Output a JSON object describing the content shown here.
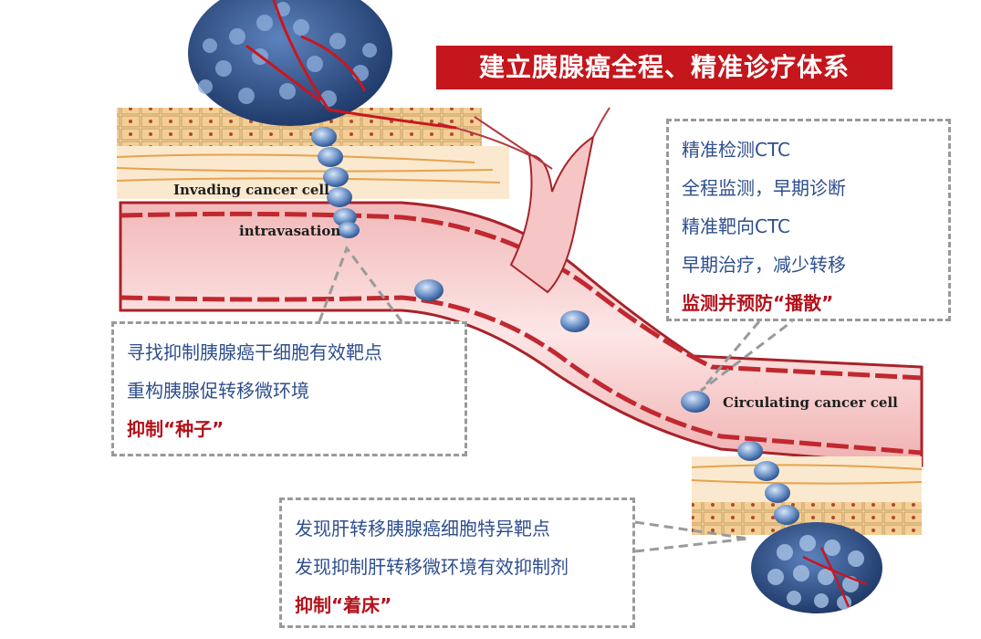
{
  "title": "建立胰腺癌全程、精准诊疗体系",
  "diagram_labels": {
    "invading": "Invading cancer cell",
    "intravasation": "intravasation",
    "circulating": "Circulating cancer cell"
  },
  "callouts": {
    "seed": {
      "lines": [
        "寻找抑制胰腺癌干细胞有效靶点",
        "重构胰腺促转移微环境"
      ],
      "emphasis": "抑制“种子”"
    },
    "spread": {
      "lines": [
        "精准检测CTC",
        "全程监测，早期诊断",
        "精准靶向CTC",
        "早期治疗，减少转移"
      ],
      "emphasis": "监测并预防“播散”"
    },
    "bed": {
      "lines": [
        "发现肝转移胰腺癌细胞特异靶点",
        "发现抑制肝转移微环境有效抑制剂"
      ],
      "emphasis": "抑制“着床”"
    }
  },
  "colors": {
    "banner": "#c4161c",
    "callout_text": "#2e4e8e",
    "emphasis_text": "#b3121b",
    "dash_border": "#9a9a9a",
    "vessel": "#f6c4c4",
    "cell": "#4f78b5"
  }
}
